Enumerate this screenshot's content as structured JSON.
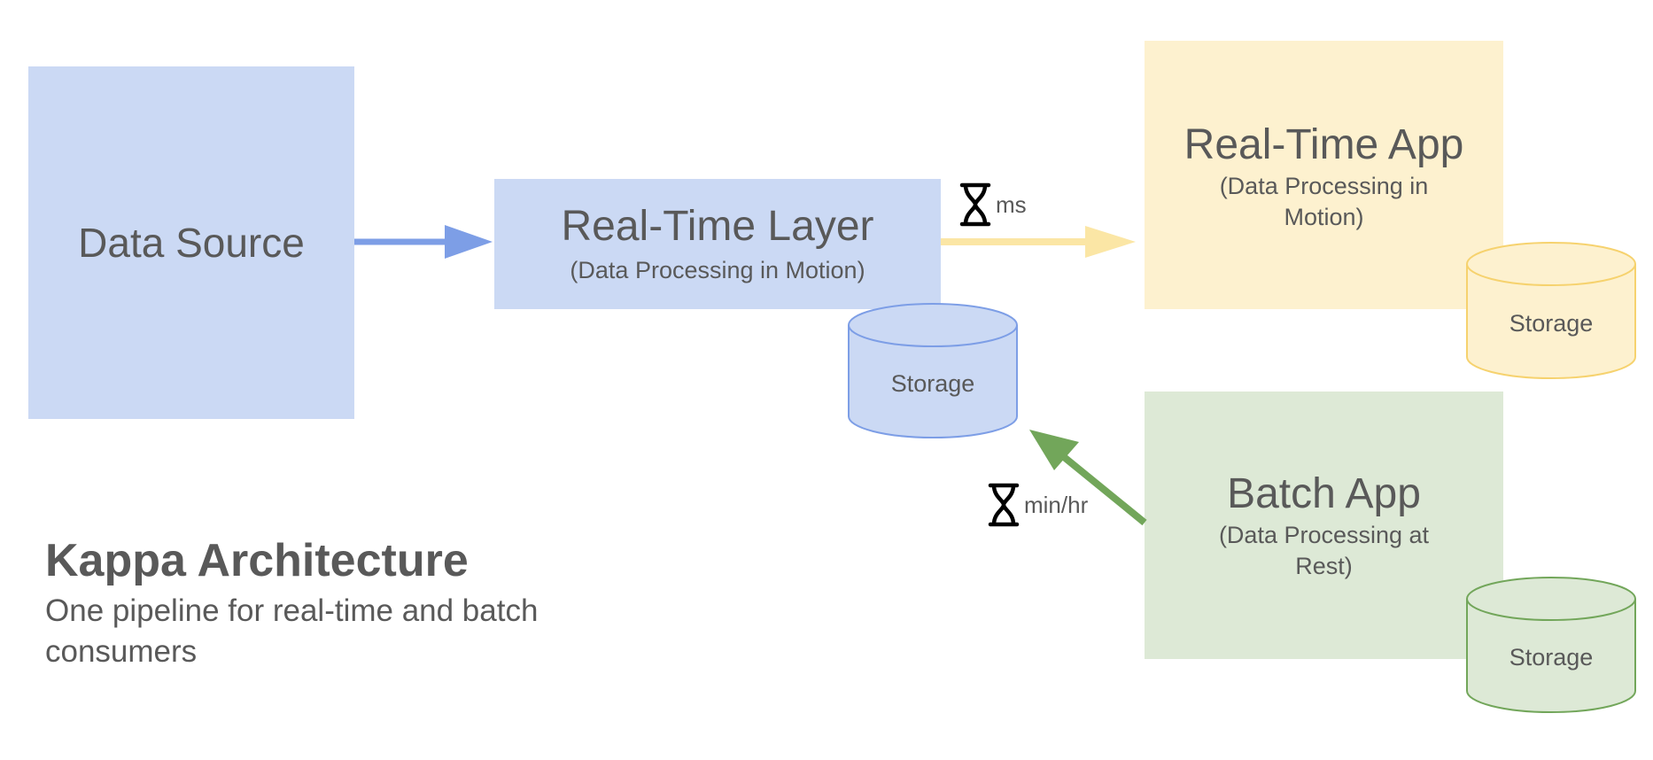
{
  "nodes": {
    "data_source": {
      "title": "Data Source"
    },
    "realtime_layer": {
      "title": "Real-Time Layer",
      "subtitle": "(Data Processing in Motion)"
    },
    "realtime_app": {
      "title": "Real-Time App",
      "subtitle": "(Data Processing in Motion)"
    },
    "batch_app": {
      "title": "Batch App",
      "subtitle": "(Data Processing at Rest)"
    }
  },
  "storage": {
    "layer_label": "Storage",
    "realtime_app_label": "Storage",
    "batch_app_label": "Storage"
  },
  "latency": {
    "realtime": "ms",
    "batch": "min/hr"
  },
  "caption": {
    "title": "Kappa Architecture",
    "subtitle": "One pipeline for real-time and batch consumers"
  },
  "colors": {
    "blue_fill": "#cbd9f4",
    "blue_stroke": "#7d9ee6",
    "yellow_fill": "#fdf1cf",
    "yellow_stroke": "#f6d26e",
    "yellow_arrow": "#fbe6a5",
    "green_fill": "#dde9d6",
    "green_stroke": "#72a65a",
    "text": "#595959"
  },
  "icons": {
    "latency_icon": "hourglass-icon"
  }
}
